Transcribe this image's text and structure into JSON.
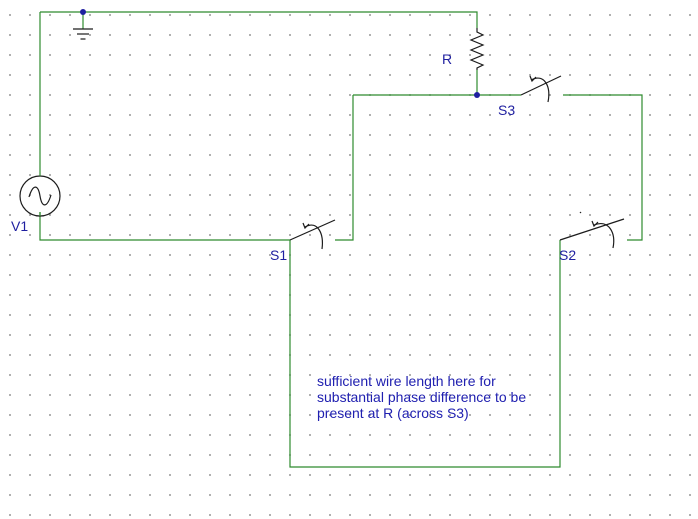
{
  "labels": {
    "resistor": "R",
    "source": "V1",
    "switch1": "S1",
    "switch2": "S2",
    "switch3": "S3"
  },
  "annotation": "sufficient wire length here for substantial phase difference to be present at R (across S3)",
  "colors": {
    "wire": "#2e8b2e",
    "component": "#1c1c1c",
    "text": "#1f1fa0",
    "node": "#1f1fa0",
    "grid_dot": "#9a9a9a"
  }
}
